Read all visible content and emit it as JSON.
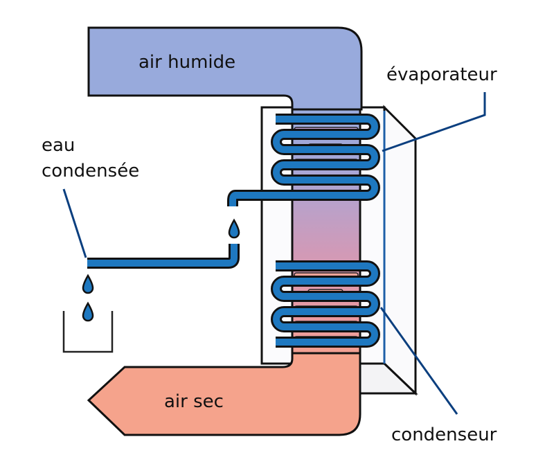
{
  "diagram": {
    "title": "Déshumidificateur à condensation",
    "labels": {
      "air_in": "air humide",
      "air_out": "air sec",
      "evaporator": "évaporateur",
      "condensate_line1": "eau",
      "condensate_line2": "condensée",
      "condenser": "condenseur"
    },
    "colors": {
      "humid_air": "#98aadc",
      "dry_air": "#f5a38c",
      "coil": "#1e78c0",
      "leader": "#0b3f7f",
      "outline": "#111111",
      "housing": "#f6f6f8"
    },
    "components": [
      {
        "name": "humid-air-duct",
        "label_key": "air_in"
      },
      {
        "name": "evaporator-coil",
        "label_key": "evaporator",
        "loops": 3
      },
      {
        "name": "condenser-coil",
        "label_key": "condenser",
        "loops": 3
      },
      {
        "name": "condensate-drain",
        "label_key": "condensate_line2"
      },
      {
        "name": "dry-air-duct",
        "label_key": "air_out"
      }
    ]
  }
}
